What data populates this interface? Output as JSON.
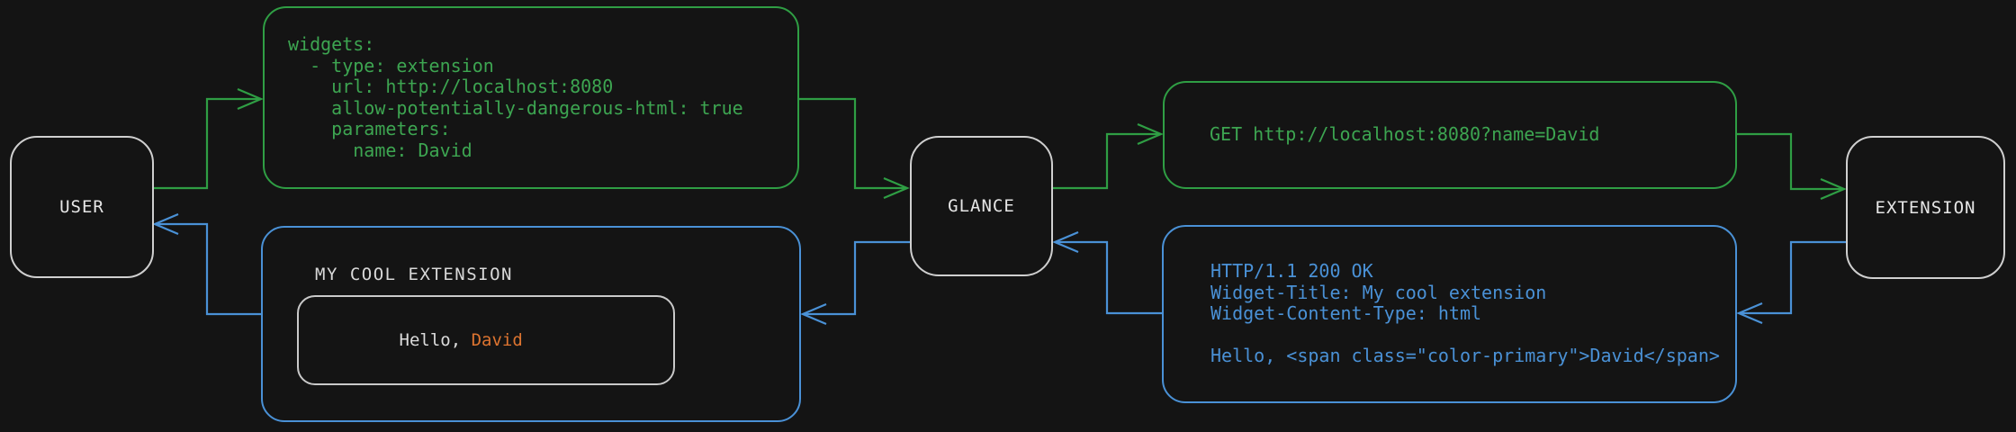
{
  "colors": {
    "background": "#141414",
    "green_accent": "#2f9e44",
    "green_text": "#3da551",
    "blue_accent": "#4a91d6",
    "orange_accent": "#dd7430",
    "box_border": "#cfcfcf",
    "label_text": "#e6e6e6"
  },
  "nodes": {
    "user": {
      "label": "USER"
    },
    "glance": {
      "label": "GLANCE"
    },
    "extension": {
      "label": "EXTENSION"
    }
  },
  "config_box": {
    "lines": [
      "widgets:",
      "  - type: extension",
      "    url: http://localhost:8080",
      "    allow-potentially-dangerous-html: true",
      "    parameters:",
      "      name: David"
    ]
  },
  "request_box": {
    "text": "GET http://localhost:8080?name=David"
  },
  "response_box": {
    "lines": [
      "HTTP/1.1 200 OK",
      "Widget-Title: My cool extension",
      "Widget-Content-Type: html",
      "",
      "Hello, <span class=\"color-primary\">David</span>"
    ]
  },
  "widget_preview": {
    "title": "MY COOL EXTENSION",
    "greeting_prefix": "Hello, ",
    "greeting_name": "David"
  }
}
